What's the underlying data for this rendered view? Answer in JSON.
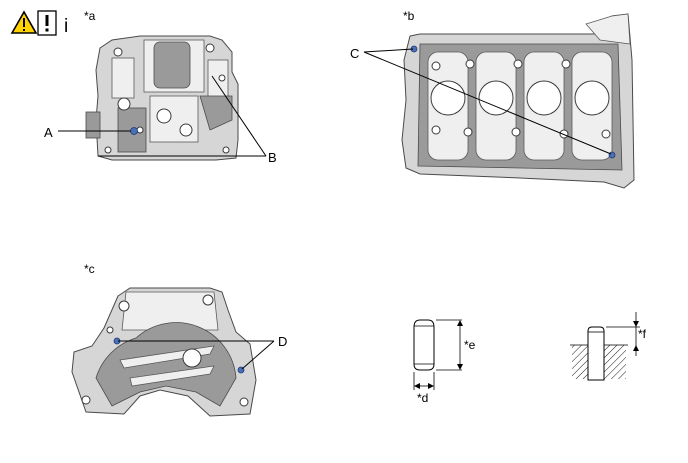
{
  "header": {
    "warning_icon": "warning-triangle-icon",
    "notice_icon": "exclamation-box-icon",
    "info_glyph": "i"
  },
  "views": {
    "a": {
      "label": "*a"
    },
    "b": {
      "label": "*b"
    },
    "c": {
      "label": "*c"
    }
  },
  "callouts": {
    "A": "A",
    "B": "B",
    "C": "C",
    "D": "D"
  },
  "dimensions": {
    "d": "*d",
    "e": "*e",
    "f": "*f"
  },
  "colors": {
    "point_marker": "#4a6fb5",
    "warning_fill": "#ffd200"
  }
}
